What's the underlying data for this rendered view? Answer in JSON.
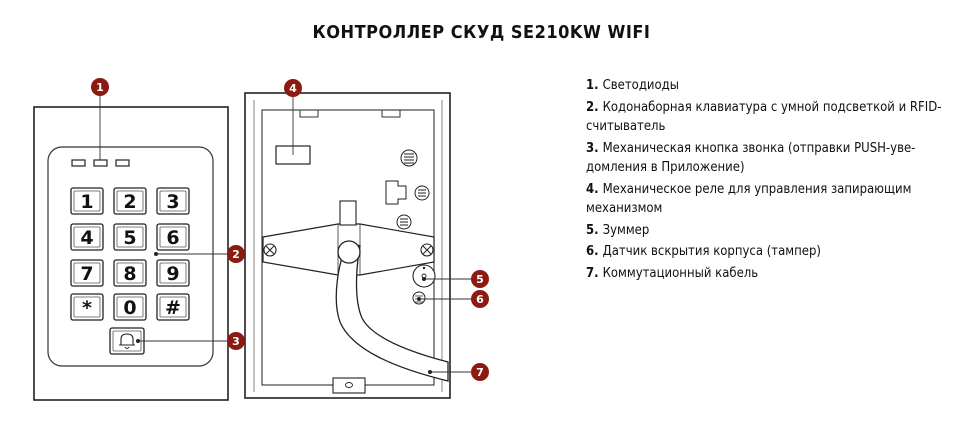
{
  "title": "КОНТРОЛЛЕР СКУД SE210KW WIFI",
  "keys": [
    "1",
    "2",
    "3",
    "4",
    "5",
    "6",
    "7",
    "8",
    "9",
    "*",
    "0",
    "#"
  ],
  "callouts": [
    "1",
    "2",
    "3",
    "4",
    "5",
    "6",
    "7"
  ],
  "legend": [
    {
      "num": "1.",
      "text": "Светодиоды"
    },
    {
      "num": "2.",
      "text": "Кодонаборная клавиатура с умной подсветкой и RFID-считыватель"
    },
    {
      "num": "3.",
      "text": "Механическая кнопка звонка (отправки PUSH-уве- домления в Приложение)"
    },
    {
      "num": "4.",
      "text": "Механическое реле для управления запирающим механизмом"
    },
    {
      "num": "5.",
      "text": "Зуммер"
    },
    {
      "num": "6.",
      "text": "Датчик вскрытия корпуса (тампер)"
    },
    {
      "num": "7.",
      "text": "Коммутационный кабель"
    }
  ],
  "colors": {
    "callout": "#8b1a10",
    "line": "#333333"
  }
}
